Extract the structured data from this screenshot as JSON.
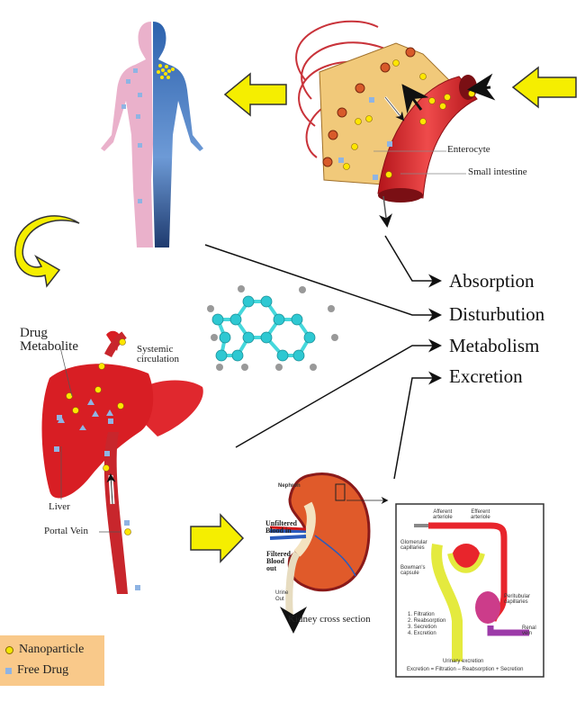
{
  "adme": {
    "absorption": "Absorption",
    "distribution": "Disturbution",
    "metabolism": "Metabolism",
    "excretion": "Excretion"
  },
  "intestine": {
    "enterocyte": "Enterocyte",
    "small_intestine": "Small intestine"
  },
  "liver": {
    "drug_metabolite": "Drug Metabolite",
    "drug_metabolite_line1": "Drug",
    "drug_metabolite_line2": "Metabolite",
    "systemic_line1": "Systemic",
    "systemic_line2": "circulation",
    "liver": "Liver",
    "portal_vein": "Portal Vein"
  },
  "kidney": {
    "nephron": "Nephron",
    "unfiltered_line1": "Unfiltered",
    "unfiltered_line2": "Blood in",
    "filtered_line1": "Filtered",
    "filtered_line2": "Blood",
    "filtered_line3": "out",
    "urine_line1": "Urine",
    "urine_line2": "Out",
    "caption": "Kidney cross section"
  },
  "nephron_panel": {
    "afferent_line1": "Afferent",
    "afferent_line2": "arteriole",
    "efferent_line1": "Efferent",
    "efferent_line2": "arteriole",
    "glomerular_line1": "Glomerular",
    "glomerular_line2": "capillaries",
    "bowman_line1": "Bowman's",
    "bowman_line2": "capsule",
    "peritubular_line1": "Peritubular",
    "peritubular_line2": "capillaries",
    "renal_line1": "Renal",
    "renal_line2": "vein",
    "steps": [
      "1. Filtration",
      "2. Reabsorption",
      "3. Secretion",
      "4. Excretion"
    ],
    "urinary": "Urinary excretion",
    "equation": "Excretion = Filtration – Reabsorption + Secretion"
  },
  "legend": {
    "nanoparticle": "Nanoparticle",
    "free_drug": "Free Drug"
  },
  "colors": {
    "arrow_yellow": "#f5ee00",
    "nanoparticle": "#f2e600",
    "free_drug": "#8fb4e3",
    "blood_red": "#d81e24",
    "legend_bg": "#f9c98a",
    "body_pink": "#eab1cb",
    "body_blue": "#3b73c0"
  }
}
